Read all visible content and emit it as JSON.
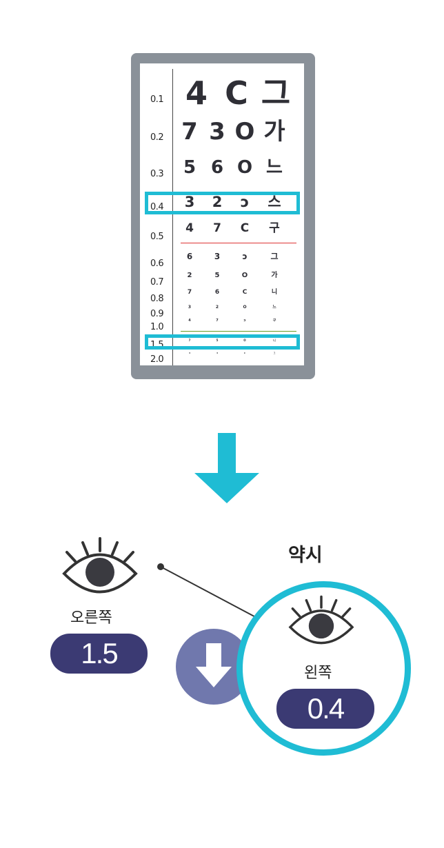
{
  "eye_chart": {
    "rows": [
      {
        "acuity": "0.1",
        "symbols": [
          "4",
          "C",
          "그"
        ],
        "size": 46
      },
      {
        "acuity": "0.2",
        "symbols": [
          "7",
          "3",
          "O",
          "가"
        ],
        "size": 34
      },
      {
        "acuity": "0.3",
        "symbols": [
          "5",
          "6",
          "O",
          "느"
        ],
        "size": 26
      },
      {
        "acuity": "0.4",
        "symbols": [
          "3",
          "2",
          "ɔ",
          "스"
        ],
        "size": 21
      },
      {
        "acuity": "0.5",
        "symbols": [
          "4",
          "7",
          "C",
          "구"
        ],
        "size": 17
      },
      {
        "acuity": "0.6",
        "symbols": [
          "6",
          "3",
          "ɔ",
          "그"
        ],
        "size": 12
      },
      {
        "acuity": "0.7",
        "symbols": [
          "2",
          "5",
          "O",
          "가"
        ],
        "size": 10
      },
      {
        "acuity": "0.8",
        "symbols": [
          "7",
          "6",
          "C",
          "니"
        ],
        "size": 9
      },
      {
        "acuity": "0.9",
        "symbols": [
          "3",
          "2",
          "O",
          "느"
        ],
        "size": 6
      },
      {
        "acuity": "1.0",
        "symbols": [
          "4",
          "7",
          "ɔ",
          "구"
        ],
        "size": 5
      },
      {
        "acuity": "1.5",
        "symbols": [
          "7",
          "5",
          "O",
          "니"
        ],
        "size": 4
      },
      {
        "acuity": "2.0",
        "symbols": [
          "3",
          "3",
          "C",
          "그"
        ],
        "size": 3
      }
    ]
  },
  "right_eye": {
    "label": "오른쪽",
    "value": "1.5"
  },
  "left_eye": {
    "label": "왼쪽",
    "value": "0.4"
  },
  "weak_label": "약시",
  "colors": {
    "highlight": "#1fbcd4",
    "pill": "#3b3a73",
    "down_circle": "#7078ad",
    "frame": "#8a9199"
  }
}
